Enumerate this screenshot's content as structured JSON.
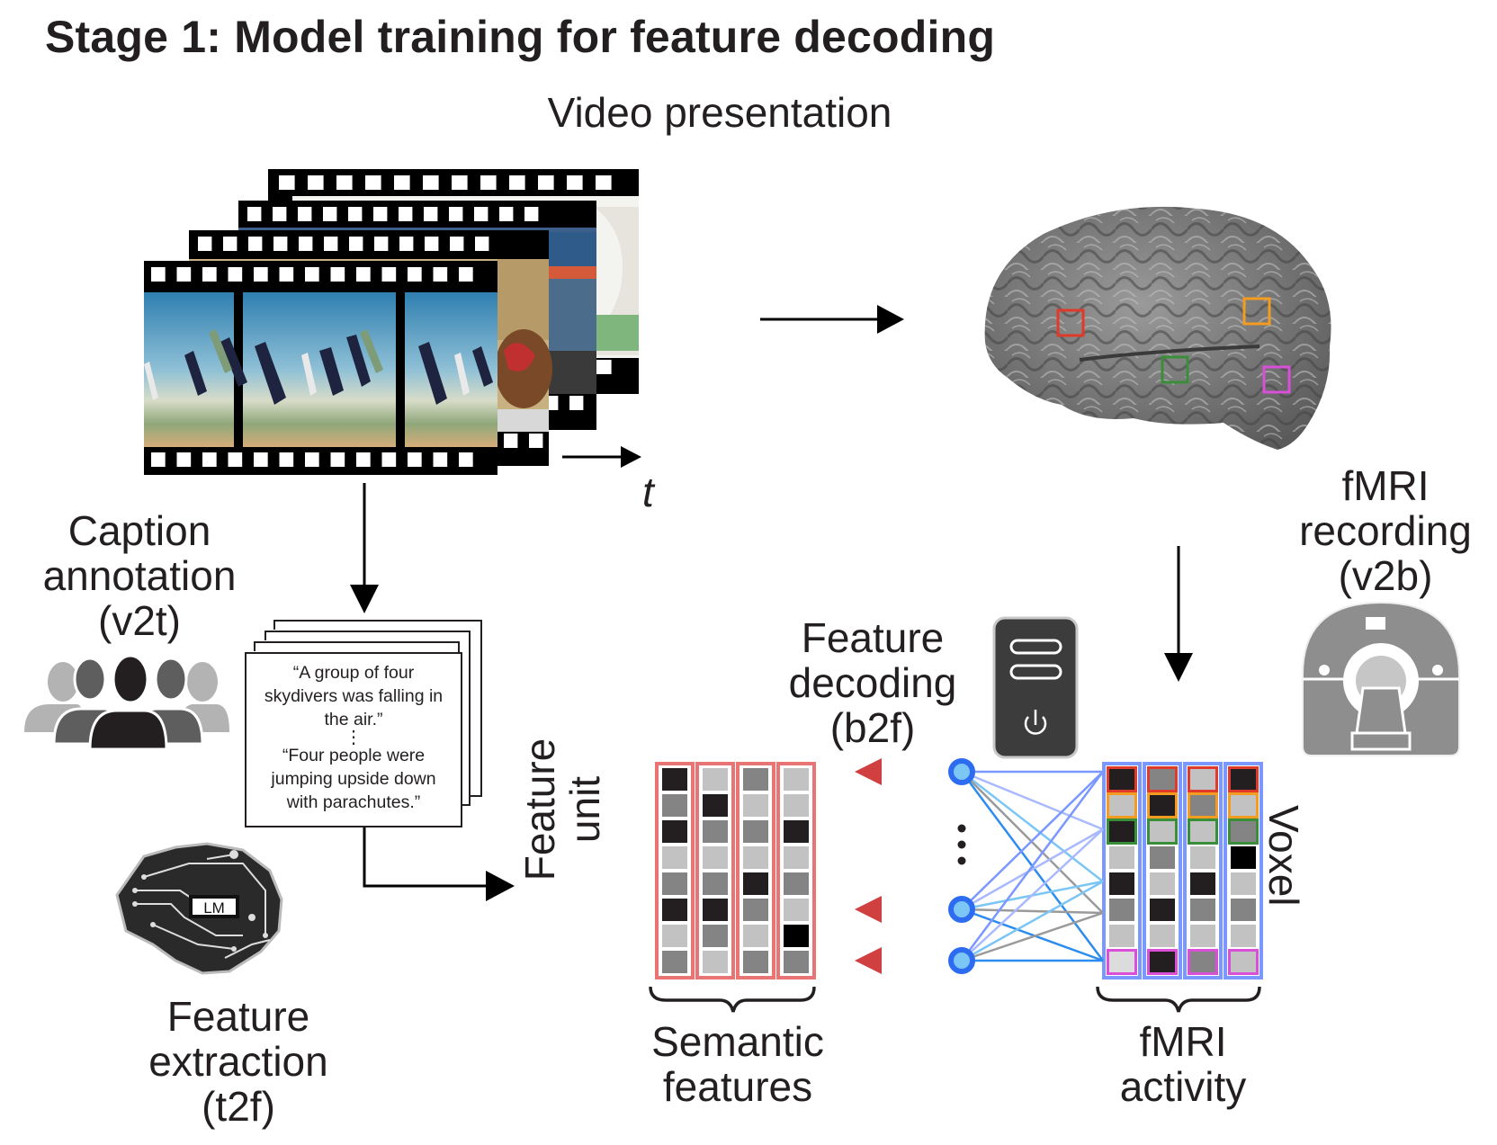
{
  "title": "Stage 1: Model training for feature decoding",
  "video": {
    "label": "Video presentation",
    "time_axis_label": "t"
  },
  "caption": {
    "label_line1": "Caption",
    "label_line2": "annotation",
    "label_line3": "(v2t)",
    "text1_line1": "“A group of four",
    "text1_line2": "skydivers was falling in",
    "text1_line3": "the air.”",
    "ellipsis": "⋮",
    "text2_line1": "“Four people were",
    "text2_line2": "jumping upside down",
    "text2_line3": "with parachutes.”"
  },
  "extraction": {
    "label_line1": "Feature",
    "label_line2": "extraction",
    "label_line3": "(t2f)",
    "chip_label": "LM"
  },
  "fmri": {
    "label_line1": "fMRI",
    "label_line2": "recording",
    "label_line3": "(v2b)"
  },
  "decoding": {
    "label_line1": "Feature",
    "label_line2": "decoding",
    "label_line3": "(b2f)"
  },
  "semantic": {
    "axis_label_line1": "Feature",
    "axis_label_line2": "unit",
    "caption_line1": "Semantic",
    "caption_line2": "features",
    "columns": [
      [
        "D",
        "M",
        "D",
        "L",
        "M",
        "D",
        "L",
        "M"
      ],
      [
        "L",
        "D",
        "M",
        "L",
        "M",
        "D",
        "M",
        "L"
      ],
      [
        "M",
        "L",
        "M",
        "L",
        "D",
        "M",
        "L",
        "M"
      ],
      [
        "L",
        "L",
        "D",
        "L",
        "M",
        "L",
        "K",
        "M"
      ]
    ]
  },
  "voxels": {
    "axis_label": "Voxel",
    "caption_line1": "fMRI",
    "caption_line2": "activity",
    "highlight_rows": {
      "0": "red",
      "1": "orange",
      "2": "green",
      "7": "magenta"
    },
    "columns": [
      [
        "D",
        "L",
        "D",
        "L",
        "D",
        "M",
        "L",
        "P"
      ],
      [
        "M",
        "D",
        "L",
        "M",
        "L",
        "D",
        "L",
        "D"
      ],
      [
        "L",
        "M",
        "L",
        "L",
        "D",
        "M",
        "L",
        "M"
      ],
      [
        "D",
        "L",
        "M",
        "K",
        "L",
        "M",
        "L",
        "L"
      ]
    ]
  },
  "colors": {
    "red": "#e03a2b",
    "orange": "#f39c1f",
    "green": "#3a8e3a",
    "magenta": "#d94fd8",
    "feature_border": "#e87474",
    "voxel_border": "#7a98ff",
    "node_blue": "#2d6cf0",
    "node_fill": "#7cc6f5",
    "arrow_red": "#d14040",
    "cell_K": "#000000",
    "cell_D": "#231f20",
    "cell_M": "#848484",
    "cell_L": "#c2c2c2",
    "cell_P": "#dcdcdc"
  },
  "icons": {
    "people": "people-group-icon",
    "circuit": "circuit-brain-icon",
    "brain": "brain-surface-icon",
    "mri": "mri-scanner-icon",
    "computer": "computer-server-icon"
  }
}
